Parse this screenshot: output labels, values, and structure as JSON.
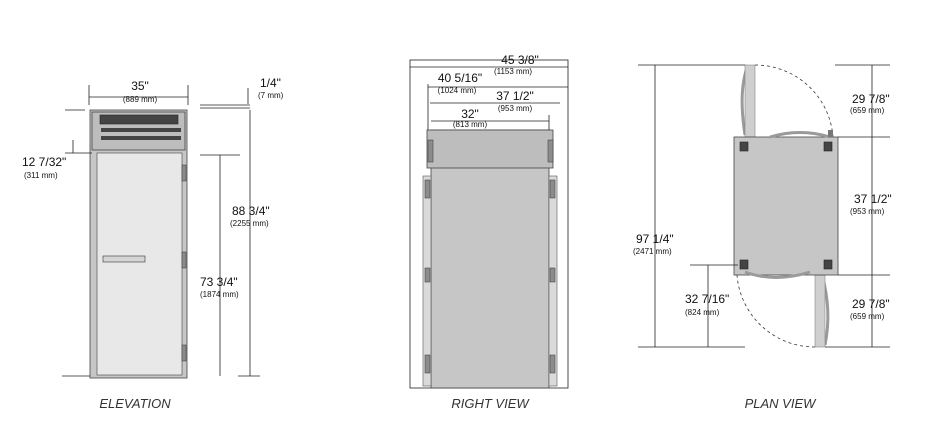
{
  "views": [
    {
      "id": "elevation",
      "label": "ELEVATION"
    },
    {
      "id": "right",
      "label": "RIGHT VIEW"
    },
    {
      "id": "plan",
      "label": "PLAN VIEW"
    }
  ],
  "dimensions": {
    "elev_width": {
      "main": "35\"",
      "sub": "(889 mm)"
    },
    "elev_top_gap": {
      "main": "1/4\"",
      "sub": "(7 mm)"
    },
    "elev_door_top": {
      "main": "12 7/32\"",
      "sub": "(311 mm)"
    },
    "elev_height": {
      "main": "88 3/4\"",
      "sub": "(2255 mm)"
    },
    "elev_door_height": {
      "main": "73 3/4\"",
      "sub": "(1874 mm)"
    },
    "right_overall": {
      "main": "45 3/8\"",
      "sub": "(1153 mm)"
    },
    "right_depth_a": {
      "main": "40 5/16\"",
      "sub": "(1024 mm)"
    },
    "right_depth_b": {
      "main": "37 1/2\"",
      "sub": "(953 mm)"
    },
    "right_depth_c": {
      "main": "32\"",
      "sub": "(813 mm)"
    },
    "plan_total": {
      "main": "97 1/4\"",
      "sub": "(2471 mm)"
    },
    "plan_top_swing": {
      "main": "29 7/8\"",
      "sub": "(659 mm)"
    },
    "plan_body": {
      "main": "37 1/2\"",
      "sub": "(953 mm)"
    },
    "plan_bottom_swing": {
      "main": "29 7/8\"",
      "sub": "(659 mm)"
    },
    "plan_lower": {
      "main": "32 7/16\"",
      "sub": "(824 mm)"
    }
  }
}
